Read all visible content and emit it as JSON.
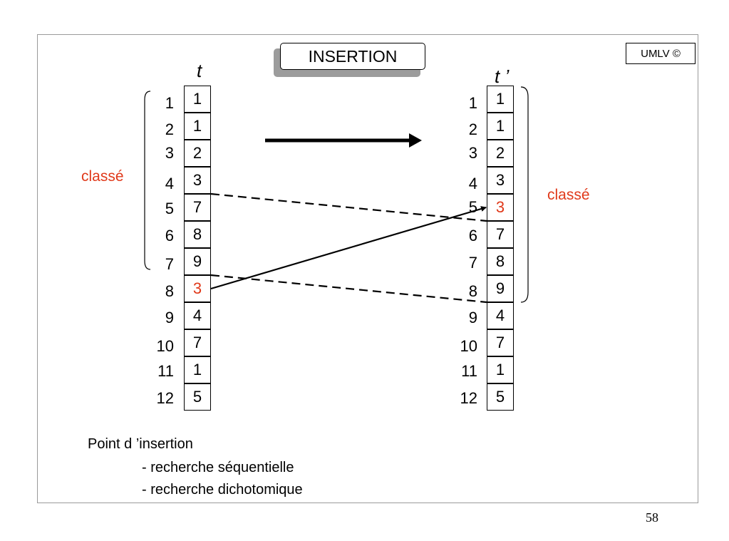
{
  "header": {
    "title": "INSERTION",
    "badge": "UMLV ©"
  },
  "arrays": {
    "left": {
      "label": "t",
      "indices": [
        "1",
        "2",
        "3",
        "4",
        "5",
        "6",
        "7",
        "8",
        "9",
        "10",
        "11",
        "12"
      ],
      "values": [
        "1",
        "1",
        "2",
        "3",
        "7",
        "8",
        "9",
        "3",
        "4",
        "7",
        "1",
        "5"
      ]
    },
    "right": {
      "label": "t ’",
      "indices": [
        "1",
        "2",
        "3",
        "4",
        "5",
        "6",
        "7",
        "8",
        "9",
        "10",
        "11",
        "12"
      ],
      "values": [
        "1",
        "1",
        "2",
        "3",
        "3",
        "7",
        "8",
        "9",
        "4",
        "7",
        "1",
        "5"
      ]
    }
  },
  "brackets": {
    "left_label": "classé",
    "right_label": "classé"
  },
  "notes": {
    "heading": "Point d ’insertion",
    "items": [
      "- recherche séquentielle",
      "- recherche dichotomique"
    ]
  },
  "footer": {
    "page": "58"
  },
  "colors": {
    "highlight": "#e0391a"
  }
}
